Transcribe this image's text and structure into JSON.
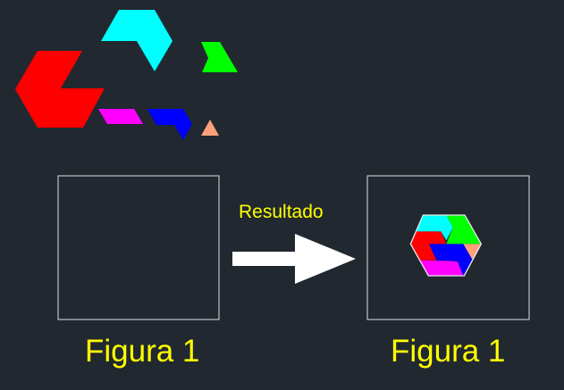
{
  "arrow_label": "Resultado",
  "left_caption": "Figura 1",
  "right_caption": "Figura 1",
  "colors": {
    "background": "#212830",
    "text": "#ffff00",
    "red": "#ff0000",
    "cyan": "#00ffff",
    "green": "#00ff00",
    "magenta": "#ff00ff",
    "blue": "#0000ff",
    "salmon": "#ffa07a"
  }
}
